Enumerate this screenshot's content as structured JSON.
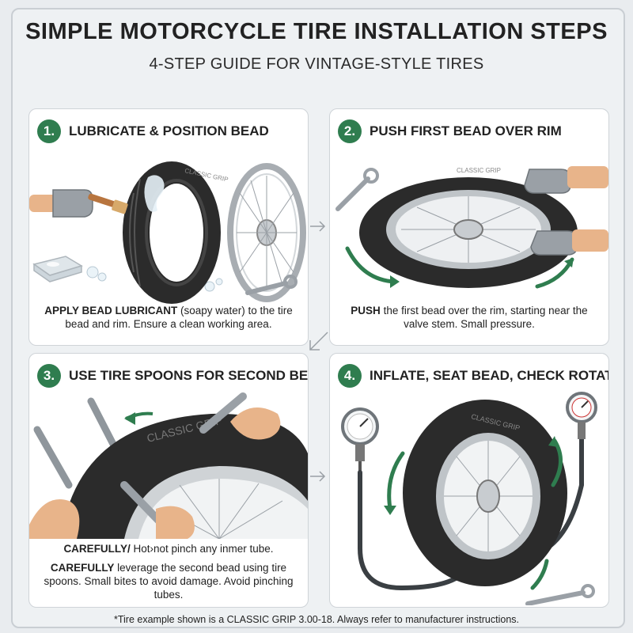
{
  "title": "SIMPLE MOTORCYCLE TIRE INSTALLATION STEPS",
  "subtitle": "4-STEP GUIDE FOR VINTAGE-STYLE TIRES",
  "brand_text": "CLASSIC GRIP",
  "colors": {
    "accent": "#2f7d4f",
    "tire": "#2b2b2b",
    "rim": "#b9bec3",
    "glove": "#9aa0a6",
    "skin": "#e8b48a"
  },
  "steps": [
    {
      "number": "1.",
      "heading": "LUBRICATE & POSITION BEAD",
      "desc_bold": "APPLY BEAD LUBRICANT",
      "desc_rest": " (soapy water) to the tire bead and rim. Ensure a clean working area."
    },
    {
      "number": "2.",
      "heading": "PUSH FIRST BEAD OVER RIM",
      "desc_bold": "PUSH",
      "desc_rest": " the first bead over the rim, starting near the valve stem. Small pressure."
    },
    {
      "number": "3.",
      "heading": "USE TIRE SPOONS FOR SECOND BEAD",
      "desc_line1_bold": "CAREFULLY/",
      "desc_line1_rest": " Hot›not pinch any inmer tube.",
      "desc_bold": "CAREFULLY",
      "desc_rest": " leverage the second bead using tire spoons. Small bites to avoid damage. Avoid pinching tubes."
    },
    {
      "number": "4.",
      "heading": "INFLATE, SEAT BEAD, CHECK ROTATION",
      "desc_bold": "",
      "desc_rest": ""
    }
  ],
  "footnote": "*Tire example shown is a CLASSIC GRIP 3.00-18. Always refer to manufacturer instructions."
}
